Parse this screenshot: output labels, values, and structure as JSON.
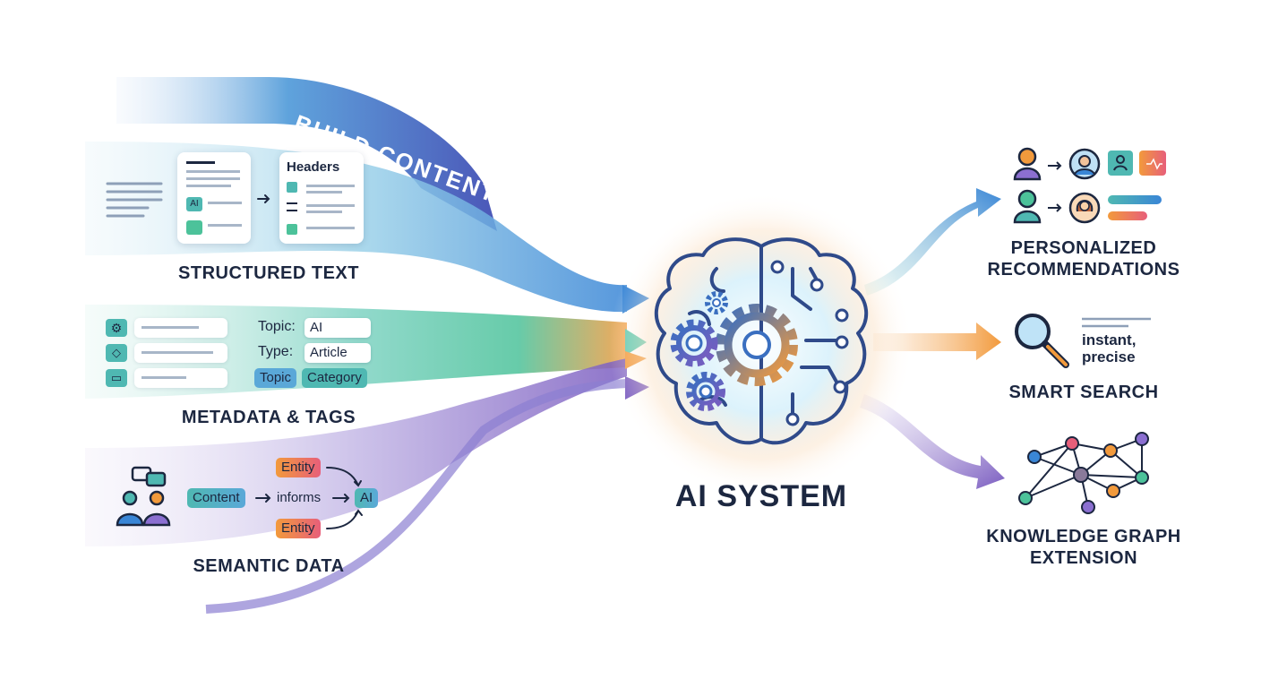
{
  "banner": {
    "text": "BUILD CONTENT"
  },
  "inputs": {
    "structured_text": {
      "label": "STRUCTURED TEXT",
      "doc_icon_text": "AI",
      "headers_card_title": "Headers"
    },
    "metadata": {
      "label": "METADATA & TAGS",
      "topic_key": "Topic:",
      "topic_value": "AI",
      "type_key": "Type:",
      "type_value": "Article",
      "tag1": "Topic",
      "tag2": "Category"
    },
    "semantic": {
      "label": "SEMANTIC DATA",
      "entity_top": "Entity",
      "entity_bottom": "Entity",
      "content": "Content",
      "relation": "informs",
      "ai": "AI"
    }
  },
  "center": {
    "label": "AI SYSTEM"
  },
  "outputs": {
    "recommendations": {
      "label_line1": "PERSONALIZED",
      "label_line2": "RECOMMENDATIONS"
    },
    "search": {
      "label": "SMART SEARCH",
      "caption_line1": "instant,",
      "caption_line2": "precise"
    },
    "graph": {
      "label_line1": "KNOWLEDGE GRAPH",
      "label_line2": "EXTENSION"
    }
  },
  "colors": {
    "blue": "#3a86d6",
    "green": "#4cc29a",
    "orange": "#f29a3c",
    "purple": "#7a5cc0",
    "navy": "#1c2740",
    "teal": "#4fb8b2"
  }
}
